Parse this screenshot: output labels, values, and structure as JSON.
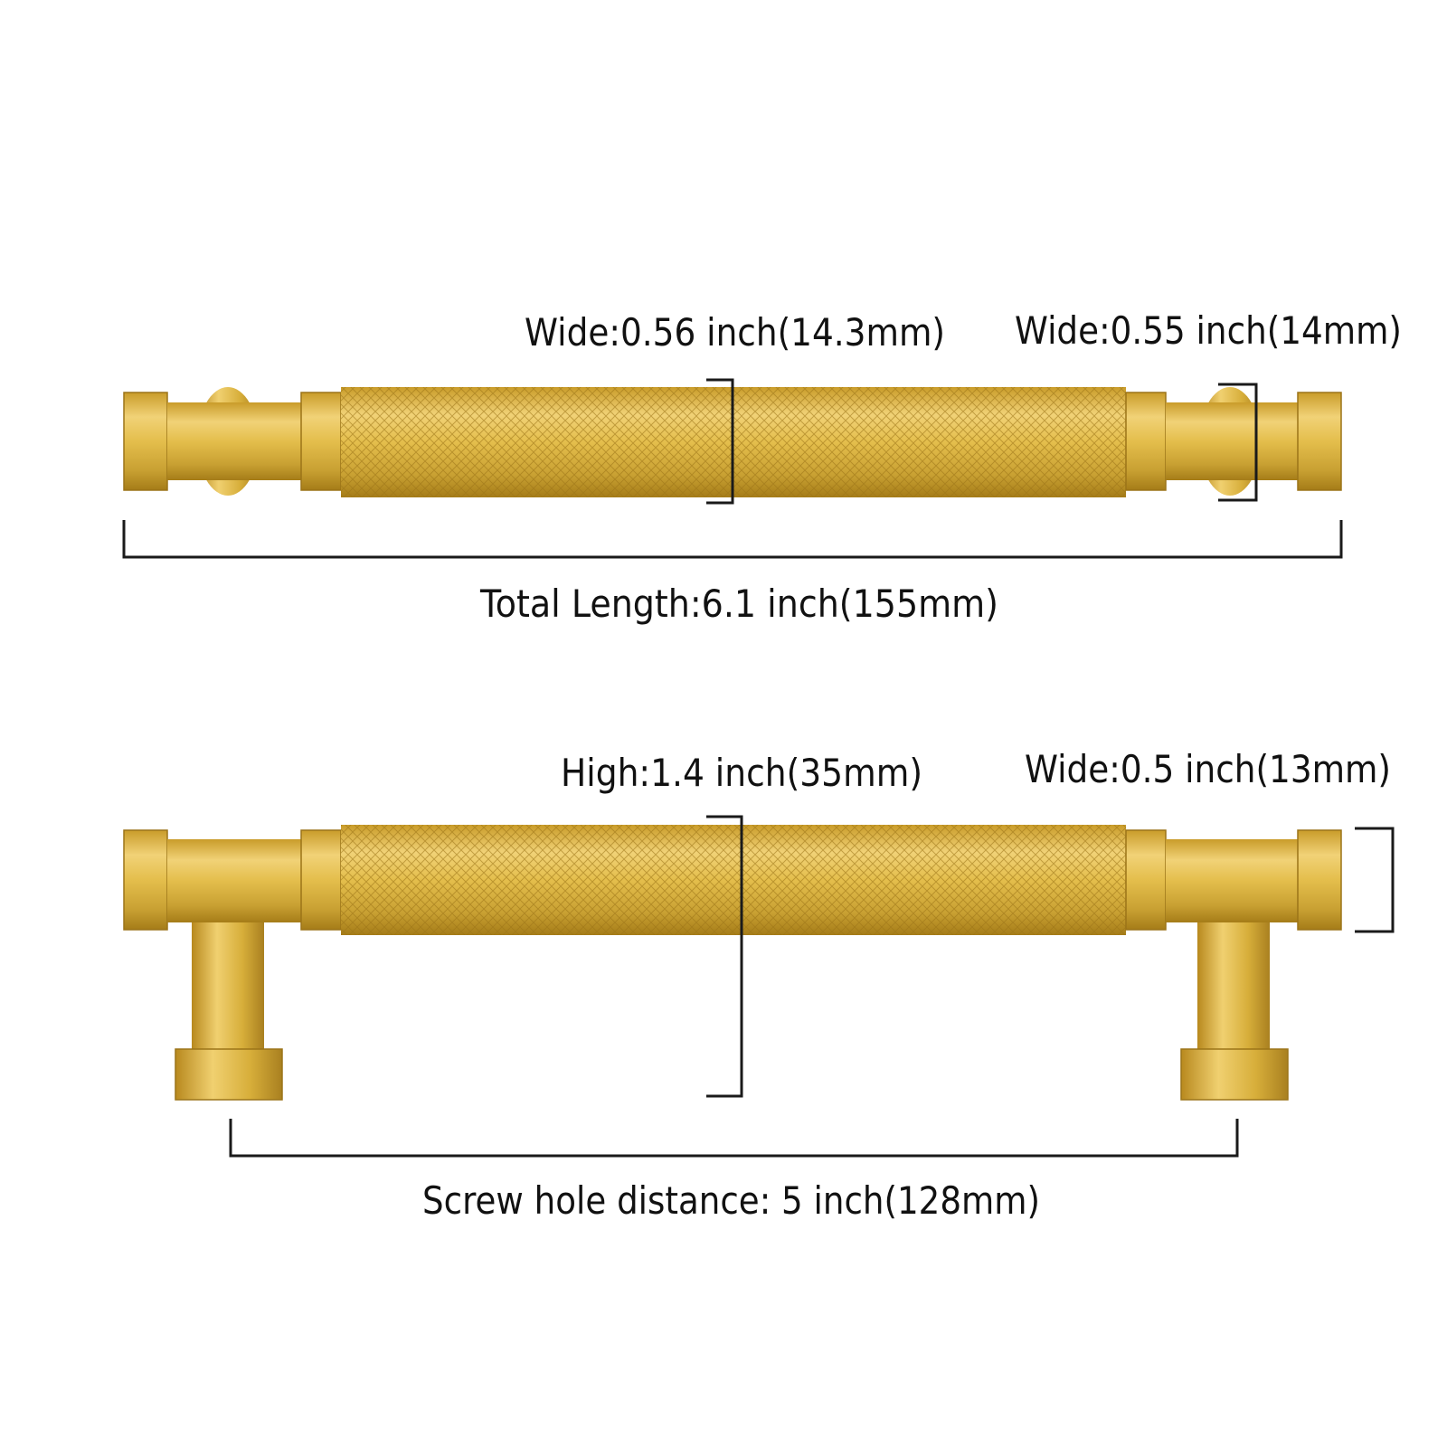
{
  "labels": {
    "top_center_width": "Wide:0.56 inch(14.3mm)",
    "top_end_width": "Wide:0.55 inch(14mm)",
    "total_length": "Total Length:6.1 inch(155mm)",
    "bottom_height": "High:1.4 inch(35mm)",
    "bottom_end_width": "Wide:0.5 inch(13mm)",
    "screw_distance": "Screw hole distance: 5 inch(128mm)"
  },
  "colors": {
    "gold_light": "#f4d77a",
    "gold_mid": "#d9b23b",
    "gold_dark": "#a57c18",
    "line": "#1a1a1a",
    "background": "#ffffff"
  }
}
